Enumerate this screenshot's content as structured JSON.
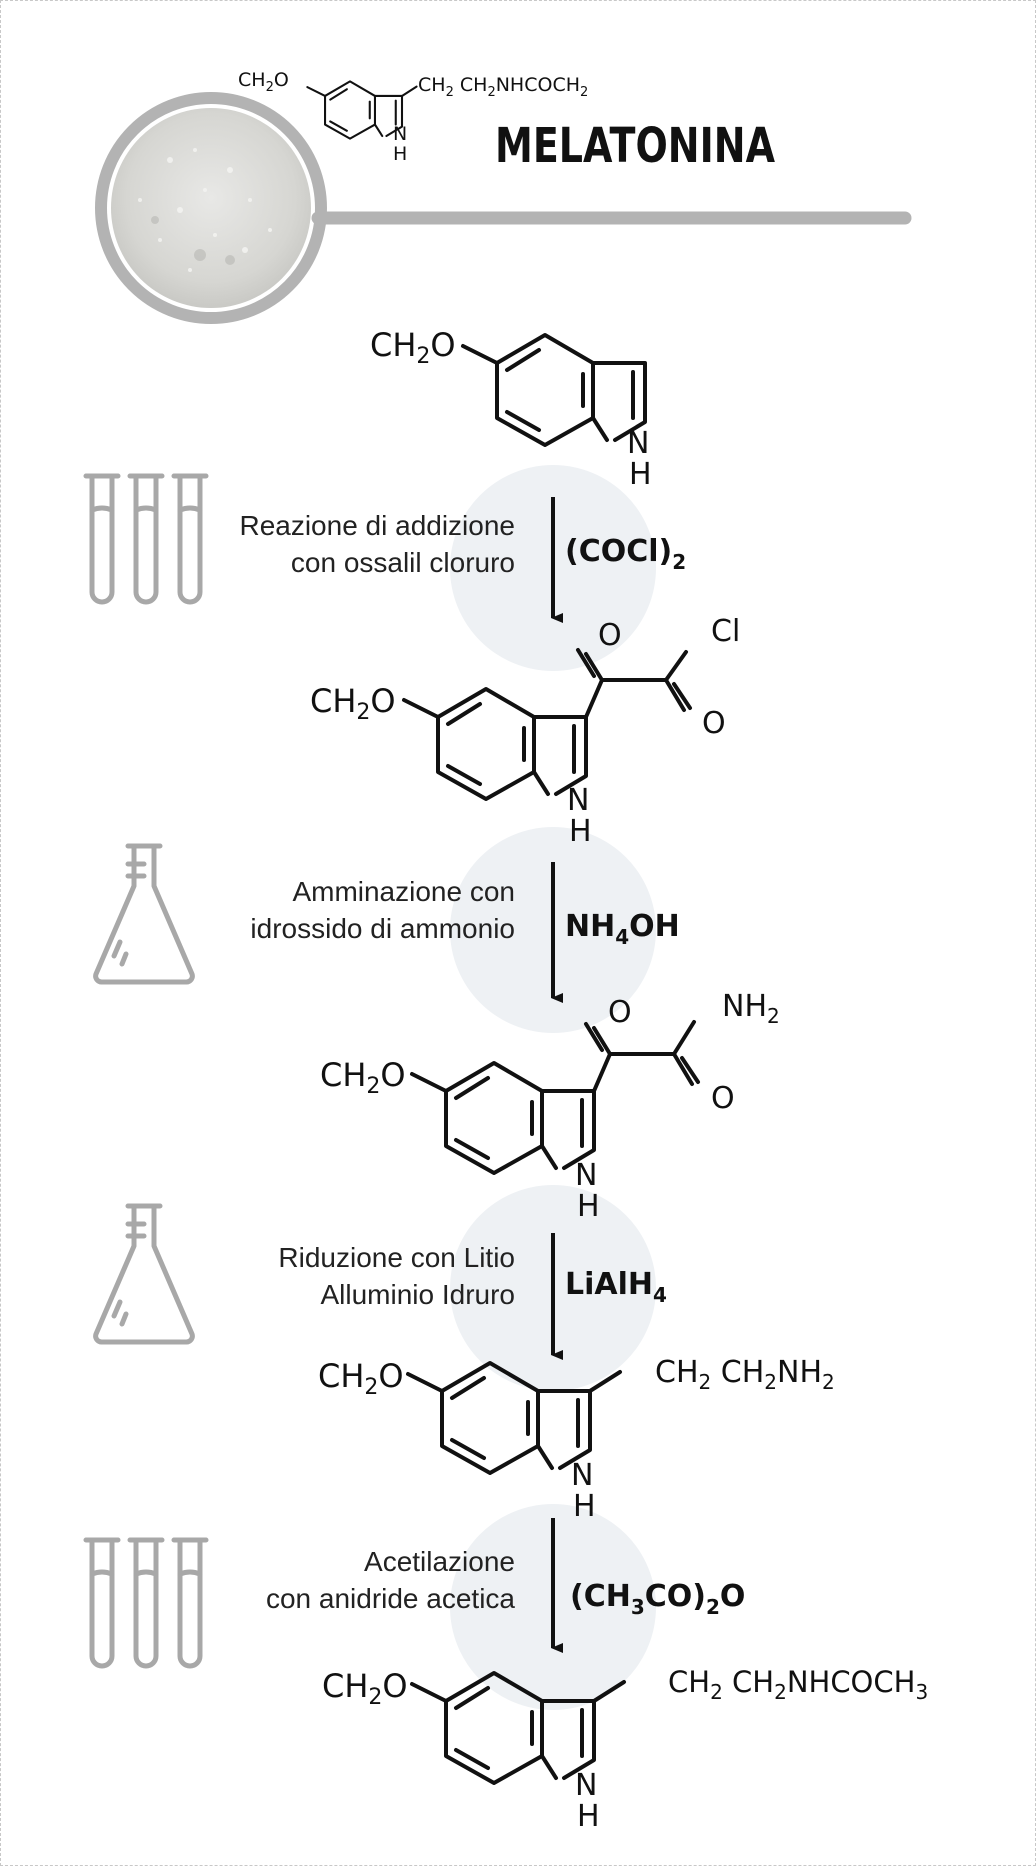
{
  "header": {
    "title": "MELATONINA",
    "formula_left": "CH",
    "formula_left_sub": "2",
    "formula_left_tail": "O",
    "formula_right": "CH",
    "formula_right_sub": "2",
    "formula_right_mid": " CH",
    "formula_right_sub2": "2",
    "formula_right_tail": "NHCOCH",
    "formula_right_sub3": "2",
    "nh": "N",
    "h": "H"
  },
  "colors": {
    "accent_grey": "#b3b3b3",
    "circle_bg": "#eef1f4",
    "ink": "#111111"
  },
  "steps": [
    {
      "label_line1": "Reazione di addizione",
      "label_line2": "con ossalil cloruro",
      "reagent": "(COCl)",
      "reagent_sub": "2",
      "reagent_tail": "",
      "icon": "test-tubes-icon"
    },
    {
      "label_line1": "Amminazione con",
      "label_line2": "idrossido di ammonio",
      "reagent": "NH",
      "reagent_sub": "4",
      "reagent_tail": "OH",
      "icon": "flask-icon"
    },
    {
      "label_line1": "Riduzione con Litio",
      "label_line2": "Alluminio Idruro",
      "reagent": "LiAlH",
      "reagent_sub": "4",
      "reagent_tail": "",
      "icon": "flask-icon"
    },
    {
      "label_line1": "Acetilazione",
      "label_line2": "con anidride acetica",
      "reagent": "(CH",
      "reagent_sub": "3",
      "reagent_tail": "CO)",
      "reagent_sub2": "2",
      "reagent_tail2": "O",
      "icon": "test-tubes-icon"
    }
  ],
  "molecules": {
    "m1": {
      "left": "CH",
      "left_sub": "2",
      "left_tail": "O",
      "n": "N",
      "h": "H"
    },
    "m2": {
      "left": "CH",
      "left_sub": "2",
      "left_tail": "O",
      "n": "N",
      "h": "H",
      "o1": "O",
      "o2": "O",
      "cl": "Cl"
    },
    "m3": {
      "left": "CH",
      "left_sub": "2",
      "left_tail": "O",
      "n": "N",
      "h": "H",
      "o1": "O",
      "o2": "O",
      "nh2": "NH",
      "nh2_sub": "2"
    },
    "m4": {
      "left": "CH",
      "left_sub": "2",
      "left_tail": "O",
      "n": "N",
      "h": "H",
      "right": "CH",
      "right_sub": "2",
      "right_mid": " CH",
      "right_sub2": "2",
      "right_tail": "NH",
      "right_sub3": "2"
    },
    "m5": {
      "left": "CH",
      "left_sub": "2",
      "left_tail": "O",
      "n": "N",
      "h": "H",
      "right": "CH",
      "right_sub": "2",
      "right_mid": " CH",
      "right_sub2": "2",
      "right_tail": "NHCOCH",
      "right_sub3": "3"
    }
  }
}
